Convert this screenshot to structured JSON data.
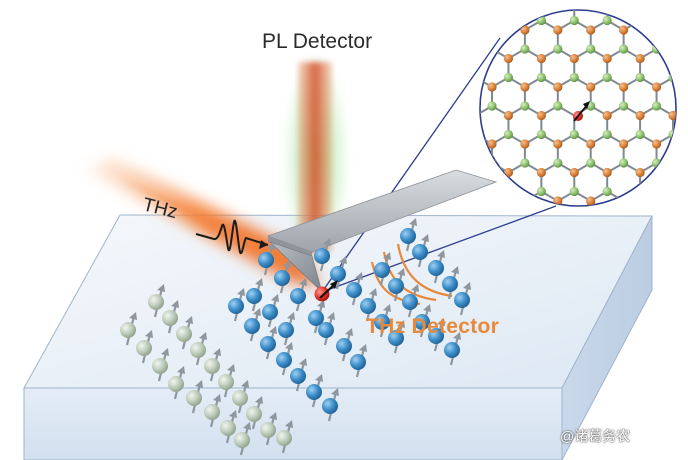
{
  "labels": {
    "pl_detector": "PL Detector",
    "thz": "THz",
    "thz_detector": "THz Detector"
  },
  "watermark": "@诸葛务农",
  "colors": {
    "pl_beam": "#d9683f",
    "pl_glow": "#9be08a",
    "thz_beam": "#f47a2e",
    "thz_detector_text": "#e8893a",
    "spin_blue": "#3d8ec9",
    "spin_grey": "#b9c8b6",
    "lattice_orange": "#d9813a",
    "lattice_green": "#8cc06a",
    "defect_red": "#e0302a",
    "slab_top": "#e6eff8",
    "slab_side": "#cfdced"
  },
  "icons": {
    "wave": "thz-pulse-wave-icon",
    "spin": "spin-arrow-icon"
  }
}
